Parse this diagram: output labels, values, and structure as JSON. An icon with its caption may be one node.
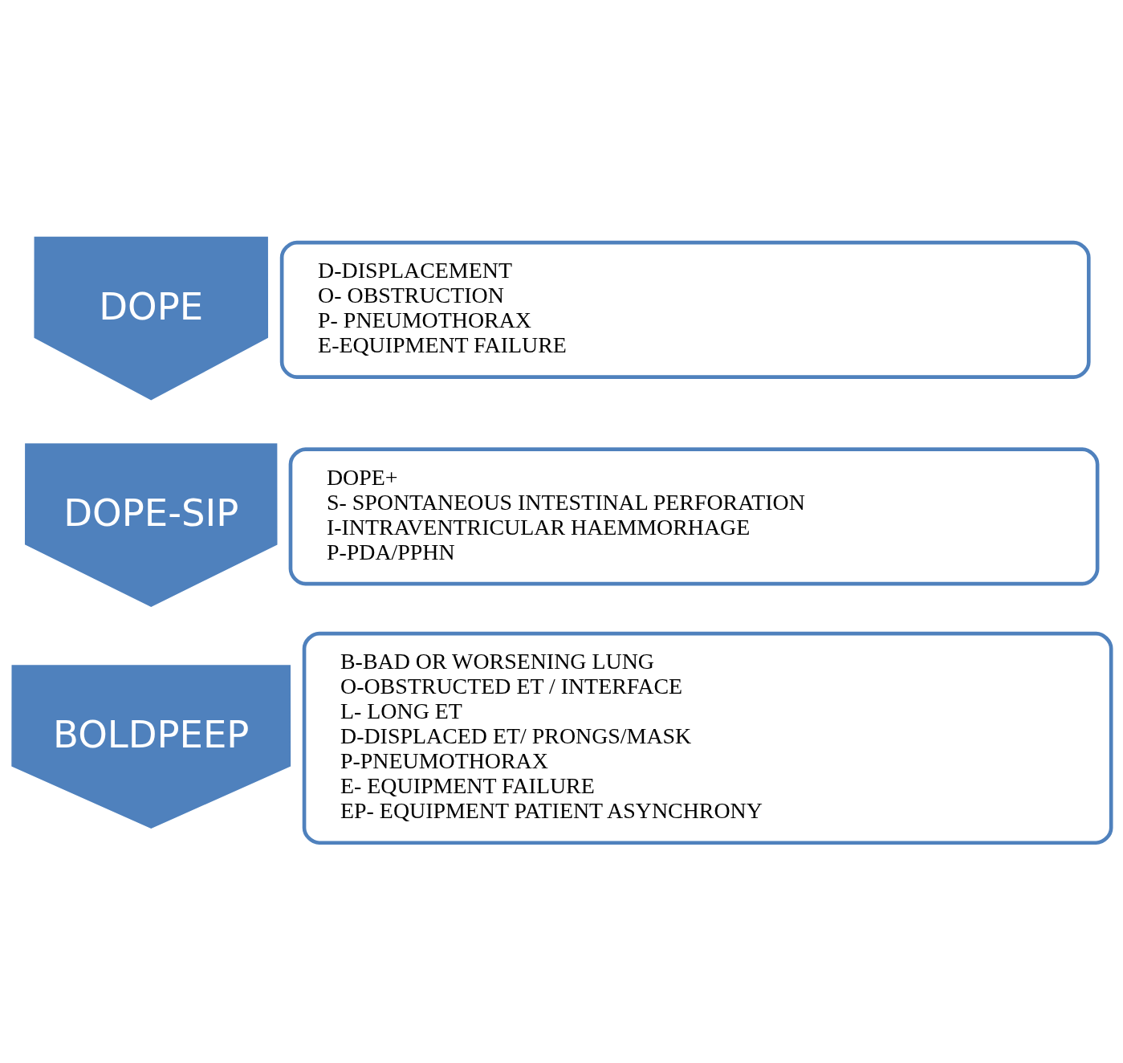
{
  "diagram": {
    "nodes": [
      {
        "text": [
          "DOPE"
        ]
      },
      {
        "text": [
          "D-DISPLACEMENT",
          "O- OBSTRUCTION",
          "P- PNEUMOTHORAX",
          "E-EQUIPMENT FAILURE"
        ]
      },
      {
        "text": [
          "DOPE-SIP"
        ]
      },
      {
        "text": [
          "DOPE+",
          "S- SPONTANEOUS INTESTINAL PERFORATION",
          "I-INTRAVENTRICULAR HAEMMORHAGE",
          "P-PDA/PPHN"
        ]
      },
      {
        "text": [
          "BOLDPEEP"
        ]
      },
      {
        "text": [
          "B-BAD OR WORSENING LUNG",
          "O-OBSTRUCTED ET / INTERFACE",
          "L- LONG ET",
          "D-DISPLACED ET/ PRONGS/MASK",
          "P-PNEUMOTHORAX",
          "E- EQUIPMENT FAILURE",
          "EP- EQUIPMENT PATIENT ASYNCHRONY"
        ]
      }
    ]
  }
}
